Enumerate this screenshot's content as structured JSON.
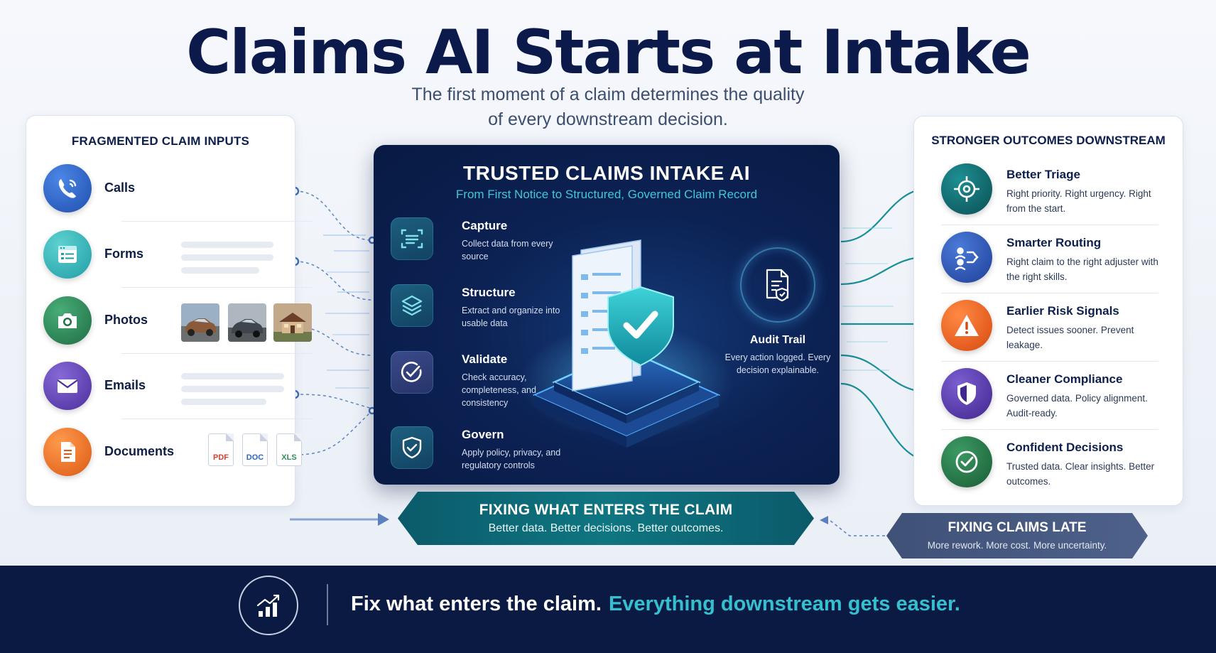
{
  "header": {
    "title": "Claims AI Starts at Intake",
    "subtitle_line1": "The first moment of a claim determines the quality",
    "subtitle_line2": "of every downstream decision."
  },
  "inputs_panel": {
    "title": "FRAGMENTED CLAIM INPUTS",
    "items": [
      {
        "label": "Calls",
        "icon": "phone-icon",
        "color": "#2f66c9"
      },
      {
        "label": "Forms",
        "icon": "form-icon",
        "color": "#2bb5b8"
      },
      {
        "label": "Photos",
        "icon": "camera-icon",
        "color": "#2f8f5c"
      },
      {
        "label": "Emails",
        "icon": "envelope-icon",
        "color": "#6a4bbd"
      },
      {
        "label": "Documents",
        "icon": "document-icon",
        "color": "#ef7a2a"
      }
    ],
    "doc_types": [
      "PDF",
      "DOC",
      "XLS"
    ],
    "doc_type_colors": [
      "#d9402b",
      "#2f66c9",
      "#2f8f5c"
    ]
  },
  "center_panel": {
    "title": "TRUSTED CLAIMS INTAKE AI",
    "subtitle": "From First Notice to Structured, Governed Claim Record",
    "steps": [
      {
        "title": "Capture",
        "desc": "Collect data from every source",
        "icon": "scan-icon"
      },
      {
        "title": "Structure",
        "desc": "Extract and organize into usable data",
        "icon": "layers-icon"
      },
      {
        "title": "Validate",
        "desc": "Check accuracy, completeness, and consistency",
        "icon": "check-circle-icon"
      },
      {
        "title": "Govern",
        "desc": "Apply policy, privacy, and regulatory controls",
        "icon": "shield-check-icon"
      }
    ],
    "audit": {
      "title": "Audit Trail",
      "desc": "Every action logged. Every decision explainable.",
      "icon": "audit-document-icon"
    }
  },
  "outcomes_panel": {
    "title": "STRONGER OUTCOMES DOWNSTREAM",
    "items": [
      {
        "title": "Better Triage",
        "desc": "Right priority. Right urgency. Right from the start.",
        "icon": "target-icon",
        "color": "#0f6b70"
      },
      {
        "title": "Smarter Routing",
        "desc": "Right claim to the right adjuster with the right skills.",
        "icon": "routing-icon",
        "color": "#2d58b8"
      },
      {
        "title": "Earlier Risk Signals",
        "desc": "Detect issues sooner. Prevent leakage.",
        "icon": "warning-icon",
        "color": "#e8641f"
      },
      {
        "title": "Cleaner Compliance",
        "desc": "Governed data. Policy alignment. Audit-ready.",
        "icon": "shield-icon",
        "color": "#5a3fae"
      },
      {
        "title": "Confident Decisions",
        "desc": "Trusted data. Clear insights. Better outcomes.",
        "icon": "check-circle-icon",
        "color": "#2a7a4a"
      }
    ]
  },
  "banners": {
    "main_title": "FIXING WHAT ENTERS THE CLAIM",
    "main_sub": "Better data. Better decisions. Better outcomes.",
    "late_title": "FIXING CLAIMS LATE",
    "late_sub": "More rework. More cost. More uncertainty."
  },
  "footer": {
    "text_a": "Fix what enters the claim.",
    "text_b": "Everything downstream gets easier.",
    "icon": "growth-chart-icon"
  },
  "colors": {
    "navy": "#0a1a42",
    "teal": "#35c0cf",
    "connector": "#5a86c8"
  }
}
